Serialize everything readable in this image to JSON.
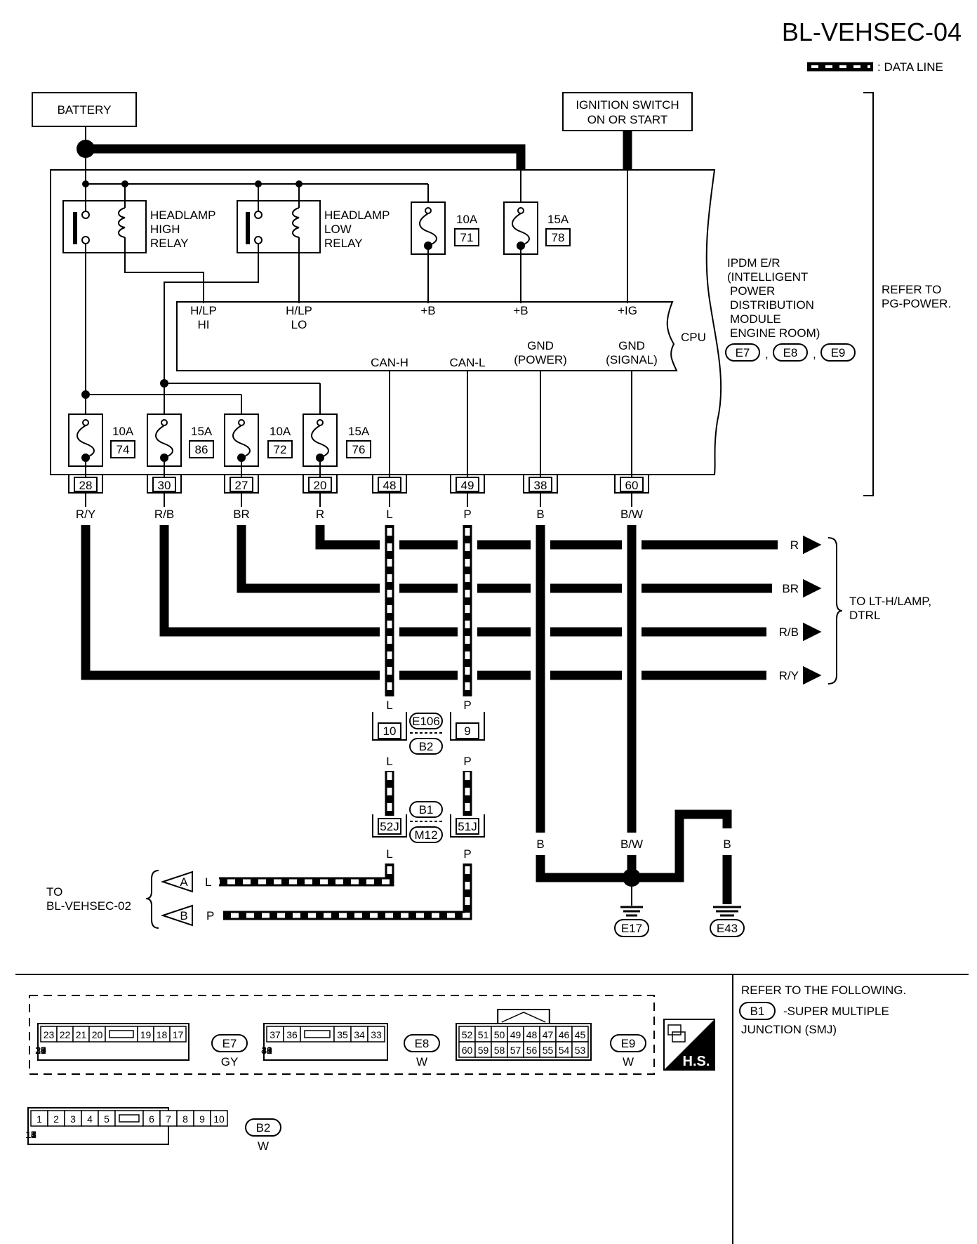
{
  "header": {
    "title": "BL-VEHSEC-04",
    "legend_label": ": DATA LINE"
  },
  "sources": {
    "battery": "BATTERY",
    "ignition_line1": "IGNITION SWITCH",
    "ignition_line2": "ON OR START"
  },
  "ipdm": {
    "lines": [
      "IPDM E/R",
      "(INTELLIGENT",
      "POWER",
      "DISTRIBUTION",
      "MODULE",
      "ENGINE ROOM)"
    ],
    "connectors": [
      "E7",
      "E8",
      "E9"
    ],
    "refer_lines": [
      "REFER TO",
      "PG-POWER."
    ]
  },
  "relays": [
    {
      "lines": [
        "HEADLAMP",
        "HIGH",
        "RELAY"
      ]
    },
    {
      "lines": [
        "HEADLAMP",
        "LOW",
        "RELAY"
      ]
    }
  ],
  "top_fuses": [
    {
      "amp": "10A",
      "num": "71"
    },
    {
      "amp": "15A",
      "num": "78"
    }
  ],
  "cpu": {
    "label": "CPU",
    "terms": [
      {
        "l1": "H/LP",
        "l2": "HI"
      },
      {
        "l1": "H/LP",
        "l2": "LO"
      },
      {
        "l1": "+B",
        "l2": ""
      },
      {
        "l1": "+B",
        "l2": ""
      },
      {
        "l1": "+IG",
        "l2": ""
      },
      {
        "l1": "CAN-H",
        "l2": ""
      },
      {
        "l1": "CAN-L",
        "l2": ""
      },
      {
        "l1": "GND",
        "l2": "(POWER)"
      },
      {
        "l1": "GND",
        "l2": "(SIGNAL)"
      }
    ]
  },
  "bottom_fuses": [
    {
      "amp": "10A",
      "num": "74"
    },
    {
      "amp": "15A",
      "num": "86"
    },
    {
      "amp": "10A",
      "num": "72"
    },
    {
      "amp": "15A",
      "num": "76"
    }
  ],
  "pins": [
    {
      "num": "28",
      "color": "R/Y"
    },
    {
      "num": "30",
      "color": "R/B"
    },
    {
      "num": "27",
      "color": "BR"
    },
    {
      "num": "20",
      "color": "R"
    },
    {
      "num": "48",
      "color": "L"
    },
    {
      "num": "49",
      "color": "P"
    },
    {
      "num": "38",
      "color": "B"
    },
    {
      "num": "60",
      "color": "B/W"
    }
  ],
  "outputs": {
    "labels": [
      "R",
      "BR",
      "R/B",
      "R/Y"
    ],
    "dest_line1": "TO LT-H/LAMP,",
    "dest_line2": "DTRL"
  },
  "can_junctions": {
    "j1_pins": [
      "10",
      "9"
    ],
    "j1_conn": [
      "E106",
      "B2"
    ],
    "j2_pins": [
      "52J",
      "51J"
    ],
    "j2_conn": [
      "B1",
      "M12"
    ],
    "wire_colors": [
      "L",
      "P"
    ]
  },
  "grounds": {
    "colors": [
      "B",
      "B/W",
      "B",
      "B"
    ],
    "g1": "E17",
    "g2": "E43"
  },
  "bl_ref": {
    "line1": "TO",
    "line2": "BL-VEHSEC-02",
    "a": "A",
    "b": "B",
    "a_color": "L",
    "b_color": "P"
  },
  "connector_views": {
    "e7": {
      "top": [
        "23",
        "22",
        "21",
        "20",
        "19",
        "18",
        "17"
      ],
      "bottom": [
        "32",
        "31",
        "30",
        "29",
        "28",
        "27",
        "26",
        "25",
        "24"
      ],
      "name": "E7",
      "color": "GY"
    },
    "e8": {
      "top": [
        "37",
        "36",
        "35",
        "34",
        "33"
      ],
      "bottom": [
        "44",
        "43",
        "42",
        "41",
        "40",
        "39",
        "38"
      ],
      "name": "E8",
      "color": "W"
    },
    "e9": {
      "top": [
        "52",
        "51",
        "50",
        "49",
        "48",
        "47",
        "46",
        "45"
      ],
      "bottom": [
        "60",
        "59",
        "58",
        "57",
        "56",
        "55",
        "54",
        "53"
      ],
      "name": "E9",
      "color": "W"
    },
    "b2": {
      "top": [
        "1",
        "2",
        "3",
        "4",
        "5",
        "6",
        "7",
        "8",
        "9",
        "10"
      ],
      "bottom": [
        "11",
        "12",
        "13",
        "14",
        "15",
        "16",
        "17",
        "18"
      ],
      "name": "B2",
      "color": "W"
    },
    "hs_label": "H.S."
  },
  "refer_box": {
    "line1": "REFER TO THE FOLLOWING.",
    "conn": "B1",
    "line2": "-SUPER MULTIPLE",
    "line3": "JUNCTION (SMJ)"
  }
}
